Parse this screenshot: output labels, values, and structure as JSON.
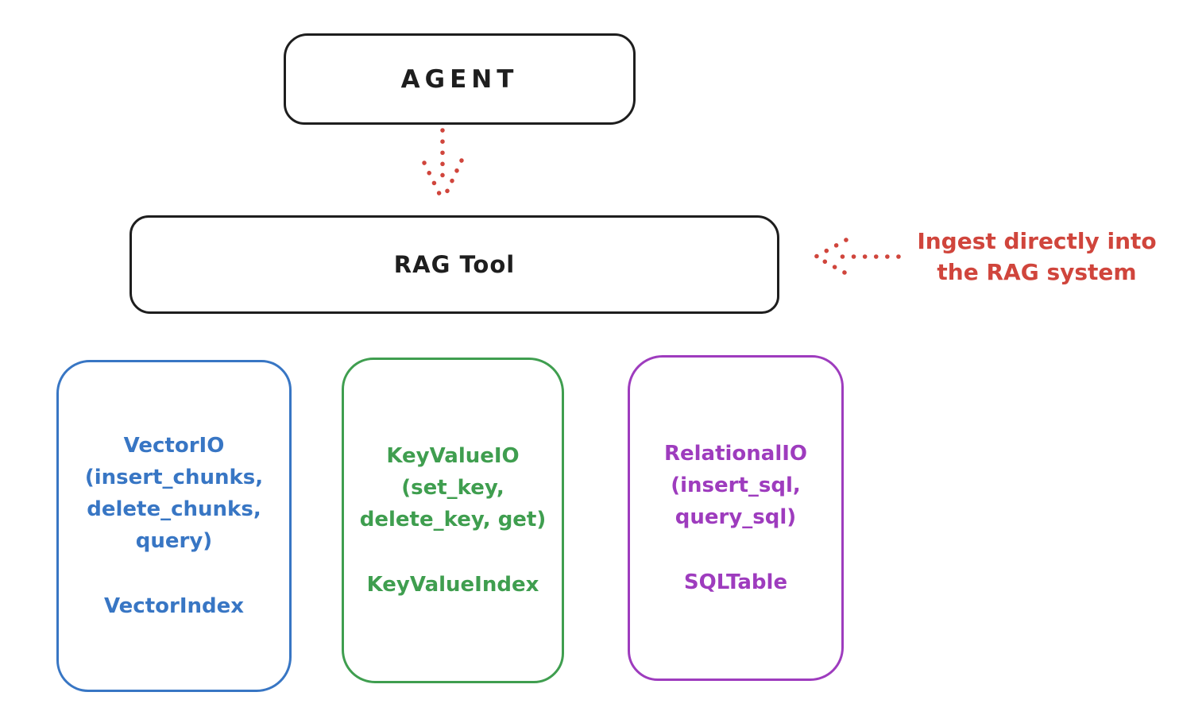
{
  "diagram": {
    "agent": {
      "label": "AGENT"
    },
    "rag_tool": {
      "label": "RAG Tool"
    },
    "ingest_note": {
      "line1": "Ingest directly into",
      "line2": "the RAG system"
    },
    "io_boxes": [
      {
        "id": "vector",
        "color": "#3876c4",
        "lines": [
          "VectorIO",
          "(insert_chunks,",
          "delete_chunks,",
          "query)"
        ],
        "index_label": "VectorIndex"
      },
      {
        "id": "keyvalue",
        "color": "#3f9e4f",
        "lines": [
          "KeyValueIO",
          "(set_key,",
          "delete_key, get)"
        ],
        "index_label": "KeyValueIndex"
      },
      {
        "id": "relational",
        "color": "#9e3cbe",
        "lines": [
          "RelationalIO",
          "(insert_sql,",
          "query_sql)"
        ],
        "index_label": "SQLTable"
      }
    ],
    "colors": {
      "ink": "#1e1e1e",
      "red": "#d0453c",
      "blue": "#3876c4",
      "green": "#3f9e4f",
      "purple": "#9e3cbe"
    }
  }
}
